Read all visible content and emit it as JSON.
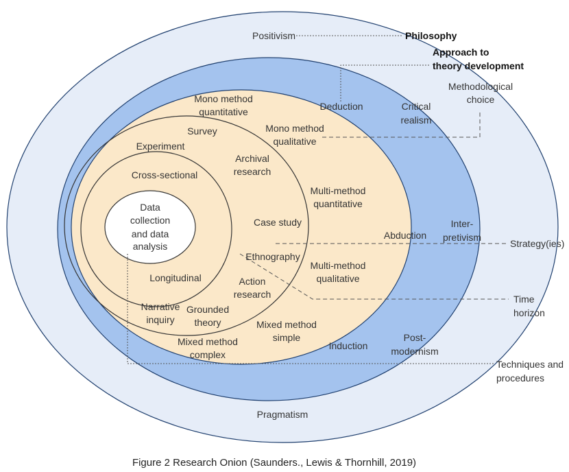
{
  "colors": {
    "outer_ring": "#e6edf8",
    "blue_ring": "#a4c3ee",
    "cream_fill": "#fbe8c9",
    "ring_stroke": "#1f3f6e",
    "inner_stroke": "#333333",
    "core_fill": "#ffffff"
  },
  "layers": {
    "philosophy": "Philosophy",
    "approach": [
      "Approach to",
      "theory development"
    ],
    "methodological_choice": [
      "Methodological",
      "choice"
    ],
    "strategy": "Strategy(ies)",
    "time_horizon": [
      "Time",
      "horizon"
    ],
    "techniques": [
      "Techniques and",
      "procedures"
    ]
  },
  "philosophies": {
    "positivism": "Positivism",
    "critical_realism": [
      "Critical",
      "realism"
    ],
    "interpretivism": [
      "Inter-",
      "pretivism"
    ],
    "postmodernism": [
      "Post-",
      "modernism"
    ],
    "pragmatism": "Pragmatism"
  },
  "approaches": {
    "deduction": "Deduction",
    "abduction": "Abduction",
    "induction": "Induction"
  },
  "choices": {
    "mono_quant": [
      "Mono method",
      "quantitative"
    ],
    "mono_qual": [
      "Mono method",
      "qualitative"
    ],
    "multi_quant": [
      "Multi-method",
      "quantitative"
    ],
    "multi_qual": [
      "Multi-method",
      "qualitative"
    ],
    "mixed_simple": [
      "Mixed method",
      "simple"
    ],
    "mixed_complex": [
      "Mixed method",
      "complex"
    ]
  },
  "strategies": {
    "survey": "Survey",
    "experiment": "Experiment",
    "archival": [
      "Archival",
      "research"
    ],
    "case_study": "Case study",
    "ethnography": "Ethnography",
    "action_research": [
      "Action",
      "research"
    ],
    "grounded_theory": [
      "Grounded",
      "theory"
    ],
    "narrative_inquiry": [
      "Narrative",
      "inquiry"
    ]
  },
  "time_horizons": {
    "cross_sectional": "Cross-sectional",
    "longitudinal": "Longitudinal"
  },
  "core": [
    "Data",
    "collection",
    "and data",
    "analysis"
  ],
  "caption": "Figure 2 Research Onion (Saunders., Lewis & Thornhill, 2019)"
}
